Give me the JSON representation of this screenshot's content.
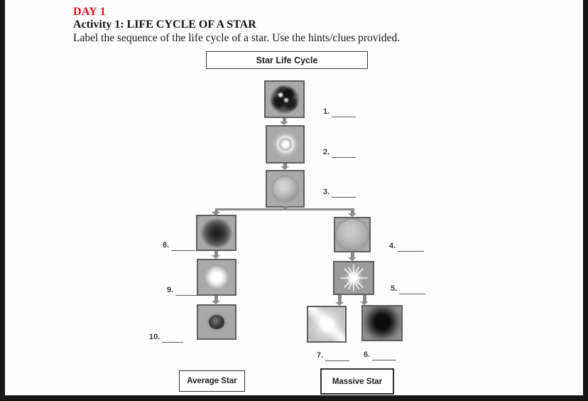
{
  "header": {
    "day": "DAY 1",
    "activity": "Activity 1: LIFE CYCLE OF A STAR",
    "instructions": "Label the sequence of the life cycle of a star. Use the hints/clues provided."
  },
  "diagram": {
    "title": "Star Life Cycle",
    "average_label": "Average Star",
    "massive_label": "Massive Star",
    "stages": [
      {
        "blank": "1.",
        "icon": "nebula-icon"
      },
      {
        "blank": "2.",
        "icon": "protostar-icon"
      },
      {
        "blank": "3.",
        "icon": "main-sequence-star-icon"
      },
      {
        "blank": "4.",
        "icon": "red-supergiant-icon"
      },
      {
        "blank": "5.",
        "icon": "supernova-icon"
      },
      {
        "blank": "6.",
        "icon": "black-hole-icon"
      },
      {
        "blank": "7.",
        "icon": "pulsar-icon"
      },
      {
        "blank": "8.",
        "icon": "red-giant-icon"
      },
      {
        "blank": "9.",
        "icon": "white-dwarf-icon"
      },
      {
        "blank": "10.",
        "icon": "black-dwarf-icon"
      }
    ]
  },
  "blanks": {
    "n1": "1.",
    "n2": "2.",
    "n3": "3.",
    "n4": "4.",
    "n5": "5.",
    "n6": "6.",
    "n7": "7.",
    "n8": "8.",
    "n9": "9.",
    "n10": "10."
  },
  "colors": {
    "accent_red": "#e31217",
    "box_fill": "#a9a9a9",
    "box_border": "#5e5e5e",
    "connector_gray": "#8a8a8a",
    "frame_black": "#171717"
  }
}
